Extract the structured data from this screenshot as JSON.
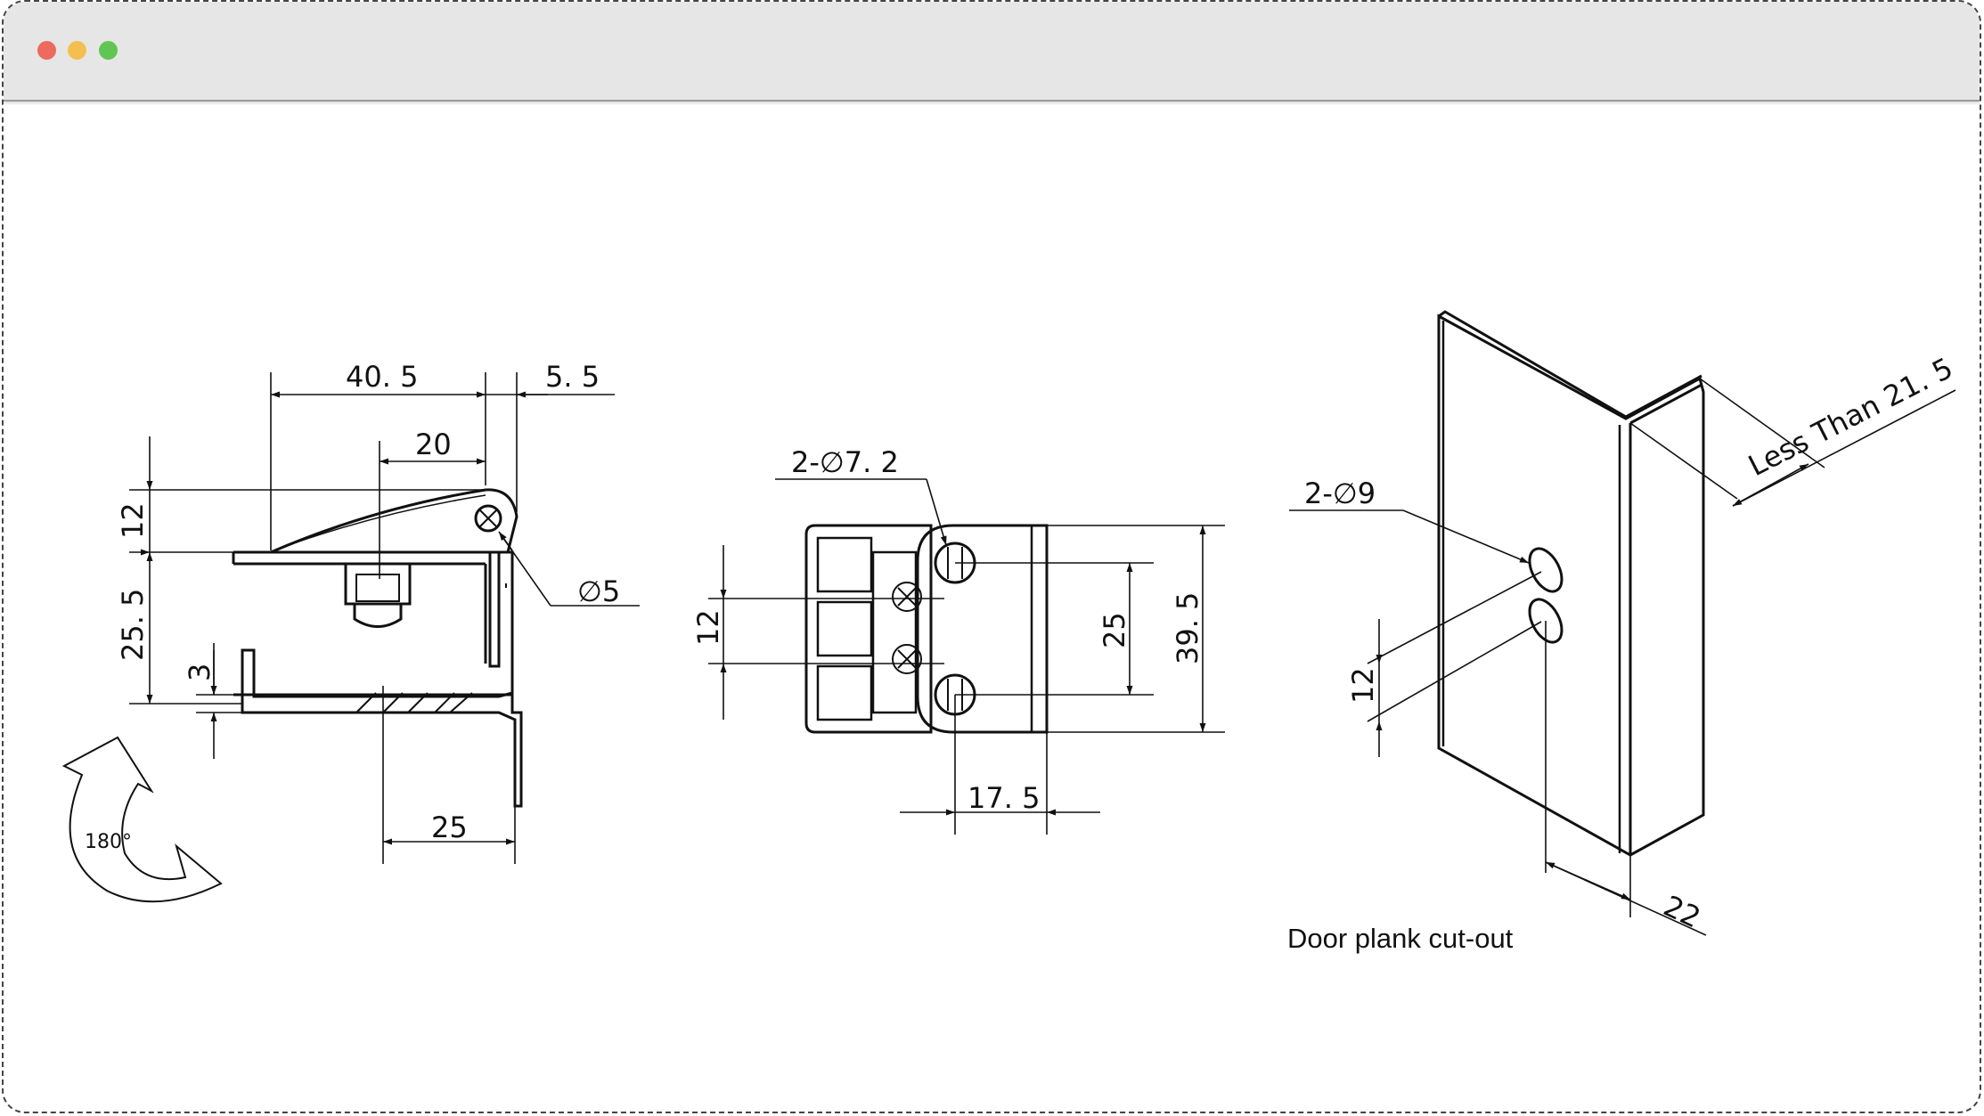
{
  "window": {
    "controls": [
      "close",
      "minimize",
      "maximize"
    ],
    "colors": {
      "close": "#ec6a5e",
      "minimize": "#f4bf4f",
      "maximize": "#61c554"
    }
  },
  "side_view": {
    "dim_width": "40. 5",
    "dim_offset": "5. 5",
    "dim_inner": "20",
    "dim_height_top": "12",
    "dim_height_mid": "25. 5",
    "dim_gap": "3",
    "dim_pin": "∅5",
    "dim_base": "25",
    "rotation_label": "180°"
  },
  "front_view": {
    "hole_label": "2-∅7. 2",
    "dim_pitch_small": "12",
    "dim_pitch": "25",
    "dim_height": "39. 5",
    "dim_width": "17. 5"
  },
  "cutout_view": {
    "hole_label": "2-∅9",
    "dim_spacing": "12",
    "dim_depth": "Less Than 21. 5",
    "dim_offset": "22",
    "caption": "Door plank cut-out"
  }
}
